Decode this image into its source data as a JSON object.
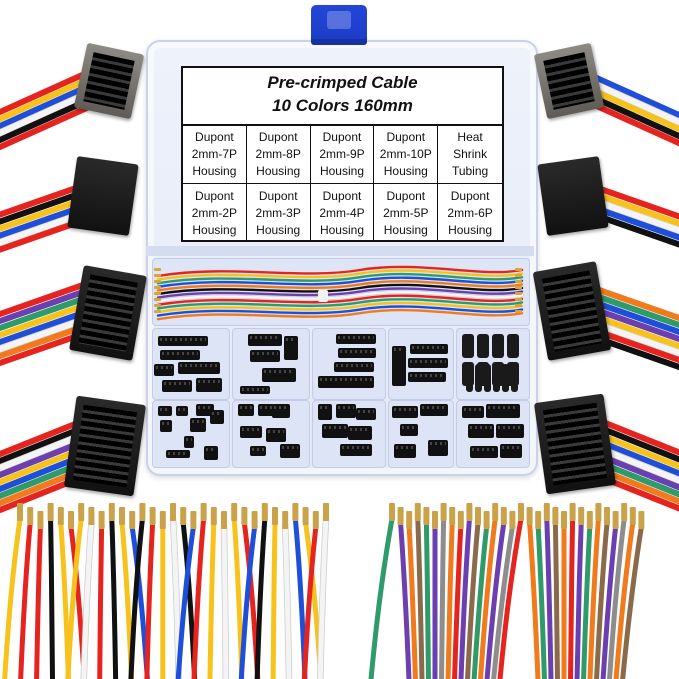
{
  "label": {
    "title_line1": "Pre-crimped Cable",
    "title_line2": "10 Colors 160mm",
    "cells": [
      {
        "l1": "Dupont",
        "l2": "2mm-7P",
        "l3": "Housing"
      },
      {
        "l1": "Dupont",
        "l2": "2mm-8P",
        "l3": "Housing"
      },
      {
        "l1": "Dupont",
        "l2": "2mm-9P",
        "l3": "Housing"
      },
      {
        "l1": "Dupont",
        "l2": "2mm-10P",
        "l3": "Housing"
      },
      {
        "l1": "Heat",
        "l2": "Shrink",
        "l3": "Tubing"
      },
      {
        "l1": "Dupont",
        "l2": "2mm-2P",
        "l3": "Housing"
      },
      {
        "l1": "Dupont",
        "l2": "2mm-3P",
        "l3": "Housing"
      },
      {
        "l1": "Dupont",
        "l2": "2mm-4P",
        "l3": "Housing"
      },
      {
        "l1": "Dupont",
        "l2": "2mm-5P",
        "l3": "Housing"
      },
      {
        "l1": "Dupont",
        "l2": "2mm-6P",
        "l3": "Housing"
      }
    ]
  },
  "colors": {
    "box_latch": "#2346d8",
    "wire_palette": [
      "#e52420",
      "#f7c21c",
      "#111111",
      "#ffffff",
      "#1f4fd8",
      "#2f9a6a",
      "#f07a1c",
      "#6b3fb0",
      "#8a6a4a",
      "#8d8d8d"
    ]
  }
}
